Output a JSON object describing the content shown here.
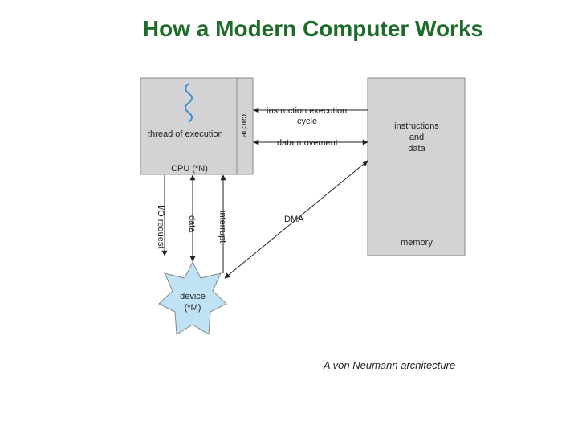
{
  "page": {
    "title": "How a Modern Computer Works",
    "caption": "A von Neumann architecture"
  },
  "cpu": {
    "thread_label": "thread of execution",
    "cache_label": "cache",
    "cpu_label": "CPU (*N)"
  },
  "memory": {
    "content_line1": "instructions",
    "content_line2": "and",
    "content_line3": "data",
    "label": "memory"
  },
  "device": {
    "line1": "device",
    "line2": "(*M)"
  },
  "arrows": {
    "instruction_line1": "instruction execution",
    "instruction_line2": "cycle",
    "data_movement": "data movement",
    "dma": "DMA",
    "io_request": "I/O request",
    "data": "data",
    "interrupt": "interrupt"
  },
  "colors": {
    "title": "#1f6b2a",
    "box_fill": "#d3d3d5",
    "device_fill": "#bfe3f5",
    "thread_wave": "#3a8fd0"
  }
}
